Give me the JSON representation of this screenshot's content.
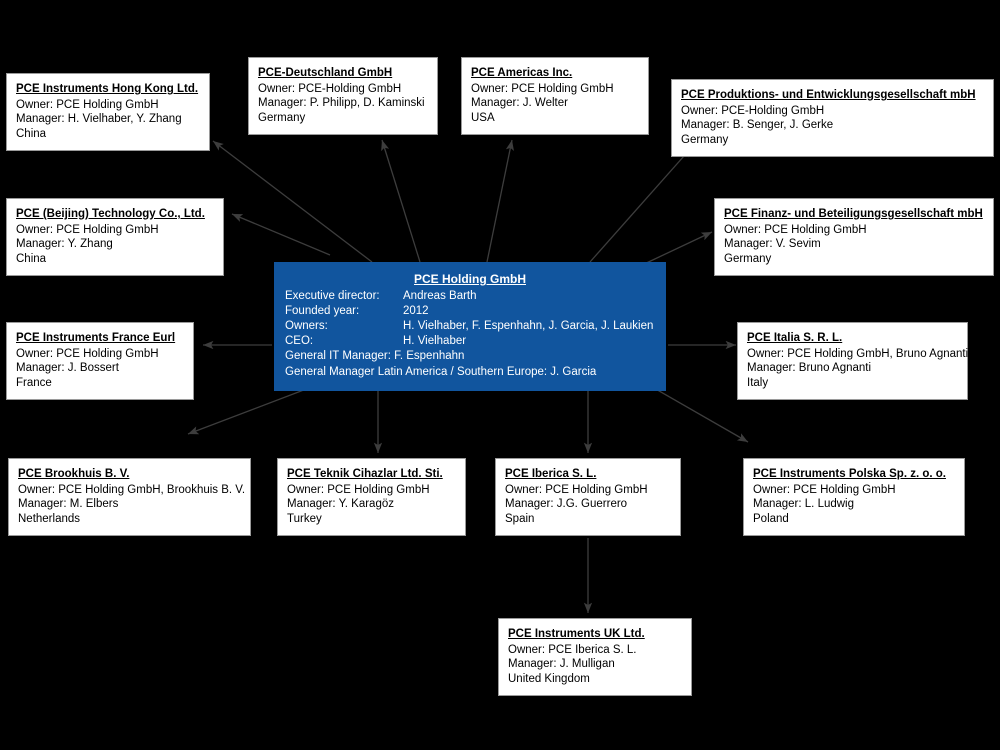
{
  "diagram": {
    "title": "PCE Holding GmbH group structure",
    "background_color": "#000000",
    "node_fill": "#ffffff",
    "root_fill": "#11559e",
    "arrow_color": "#3d3d3d"
  },
  "root": {
    "name": "PCE Holding GmbH",
    "rows": [
      {
        "key": "Executive director:",
        "value": "Andreas Barth"
      },
      {
        "key": "Founded year:",
        "value": "2012"
      },
      {
        "key": "Owners:",
        "value": "H. Vielhaber, F. Espenhahn, J. Garcia, J. Laukien"
      },
      {
        "key": "CEO:",
        "value": "H. Vielhaber"
      }
    ],
    "extra_lines": [
      "General IT Manager: F. Espenhahn",
      "General Manager Latin America / Southern Europe: J. Garcia"
    ]
  },
  "nodes": [
    {
      "id": "hong-kong",
      "title": "PCE Instruments Hong Kong Ltd.",
      "owner": "Owner: PCE Holding GmbH",
      "manager": "Manager: H. Vielhaber,  Y. Zhang",
      "country": "China"
    },
    {
      "id": "deutschland",
      "title": "PCE-Deutschland GmbH",
      "owner": "Owner: PCE-Holding GmbH",
      "manager": "Manager: P. Philipp, D. Kaminski",
      "country": "Germany"
    },
    {
      "id": "americas",
      "title": "PCE Americas Inc.",
      "owner": "Owner: PCE Holding GmbH",
      "manager": "Manager: J. Welter",
      "country": "USA"
    },
    {
      "id": "produktions",
      "title": "PCE Produktions- und Entwicklungsgesellschaft mbH",
      "owner": "Owner: PCE-Holding GmbH",
      "manager": "Manager: B. Senger, J. Gerke",
      "country": "Germany"
    },
    {
      "id": "beijing",
      "title": "PCE (Beijing) Technology Co., Ltd.",
      "owner": "Owner: PCE Holding GmbH",
      "manager": "Manager:  Y. Zhang",
      "country": "China"
    },
    {
      "id": "finanz",
      "title": "PCE Finanz- und Beteiligungsgesellschaft mbH",
      "owner": "Owner: PCE Holding GmbH",
      "manager": "Manager: V. Sevim",
      "country": "Germany"
    },
    {
      "id": "france",
      "title": "PCE Instruments France Eurl",
      "owner": "Owner: PCE Holding GmbH",
      "manager": "Manager: J. Bossert",
      "country": "France"
    },
    {
      "id": "italia",
      "title": "PCE Italia S. R. L.",
      "owner": "Owner: PCE Holding GmbH, Bruno Agnanti",
      "manager": "Manager: Bruno Agnanti",
      "country": "Italy"
    },
    {
      "id": "brookhuis",
      "title": "PCE Brookhuis B. V.",
      "owner": "Owner: PCE Holding GmbH, Brookhuis B. V.",
      "manager": "Manager: M. Elbers",
      "country": "Netherlands"
    },
    {
      "id": "teknik",
      "title": "PCE Teknik Cihazlar Ltd. Sti.",
      "owner": "Owner: PCE Holding GmbH",
      "manager": "Manager: Y. Karagöz",
      "country": "Turkey"
    },
    {
      "id": "iberica",
      "title": "PCE Iberica S. L.",
      "owner": "Owner: PCE Holding GmbH",
      "manager": "Manager: J.G. Guerrero",
      "country": "Spain"
    },
    {
      "id": "polska",
      "title": "PCE Instruments Polska Sp. z. o. o.",
      "owner": "Owner: PCE Holding GmbH",
      "manager": "Manager: L. Ludwig",
      "country": "Poland"
    },
    {
      "id": "uk",
      "title": "PCE Instruments UK Ltd.",
      "owner": "Owner: PCE Iberica S. L.",
      "manager": "Manager: J. Mulligan",
      "country": "United Kingdom"
    }
  ],
  "edges": [
    {
      "from": "root",
      "to": "hong-kong"
    },
    {
      "from": "root",
      "to": "deutschland"
    },
    {
      "from": "root",
      "to": "americas"
    },
    {
      "from": "root",
      "to": "produktions"
    },
    {
      "from": "root",
      "to": "beijing"
    },
    {
      "from": "root",
      "to": "finanz"
    },
    {
      "from": "root",
      "to": "france"
    },
    {
      "from": "root",
      "to": "italia"
    },
    {
      "from": "root",
      "to": "brookhuis"
    },
    {
      "from": "root",
      "to": "teknik"
    },
    {
      "from": "root",
      "to": "iberica"
    },
    {
      "from": "root",
      "to": "polska"
    },
    {
      "from": "iberica",
      "to": "uk"
    }
  ]
}
